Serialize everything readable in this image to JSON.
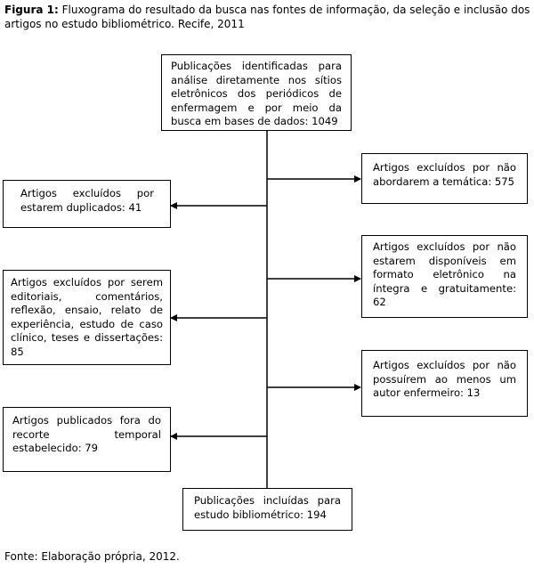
{
  "caption": {
    "label": "Figura 1:",
    "text": " Fluxograma do resultado da busca nas fontes de informação, da seleção e inclusão dos artigos no estudo bibliométrico. Recife, 2011"
  },
  "boxes": {
    "start": "Publicações identificadas para análise diretamente nos sítios eletrônicos dos periódicos de enfermagem e por meio da busca em bases de dados: 1049",
    "right1": "Artigos excluídos por não abordarem a temática: 575",
    "left1": "Artigos excluídos por estarem duplicados: 41",
    "right2": "Artigos excluídos por não estarem disponíveis em formato eletrônico na íntegra e gratuitamente: 62",
    "left2": "Artigos excluídos por serem editoriais, comentários, reflexão, ensaio, relato de experiência, estudo de caso clínico, teses e dissertações: 85",
    "right3": "Artigos excluídos por não possuírem ao menos um autor enfermeiro: 13",
    "left3": "Artigos publicados fora do recorte temporal estabelecido: 79",
    "end": "Publicações incluídas para estudo bibliométrico: 194"
  },
  "footer": "Fonte: Elaboração própria, 2012."
}
